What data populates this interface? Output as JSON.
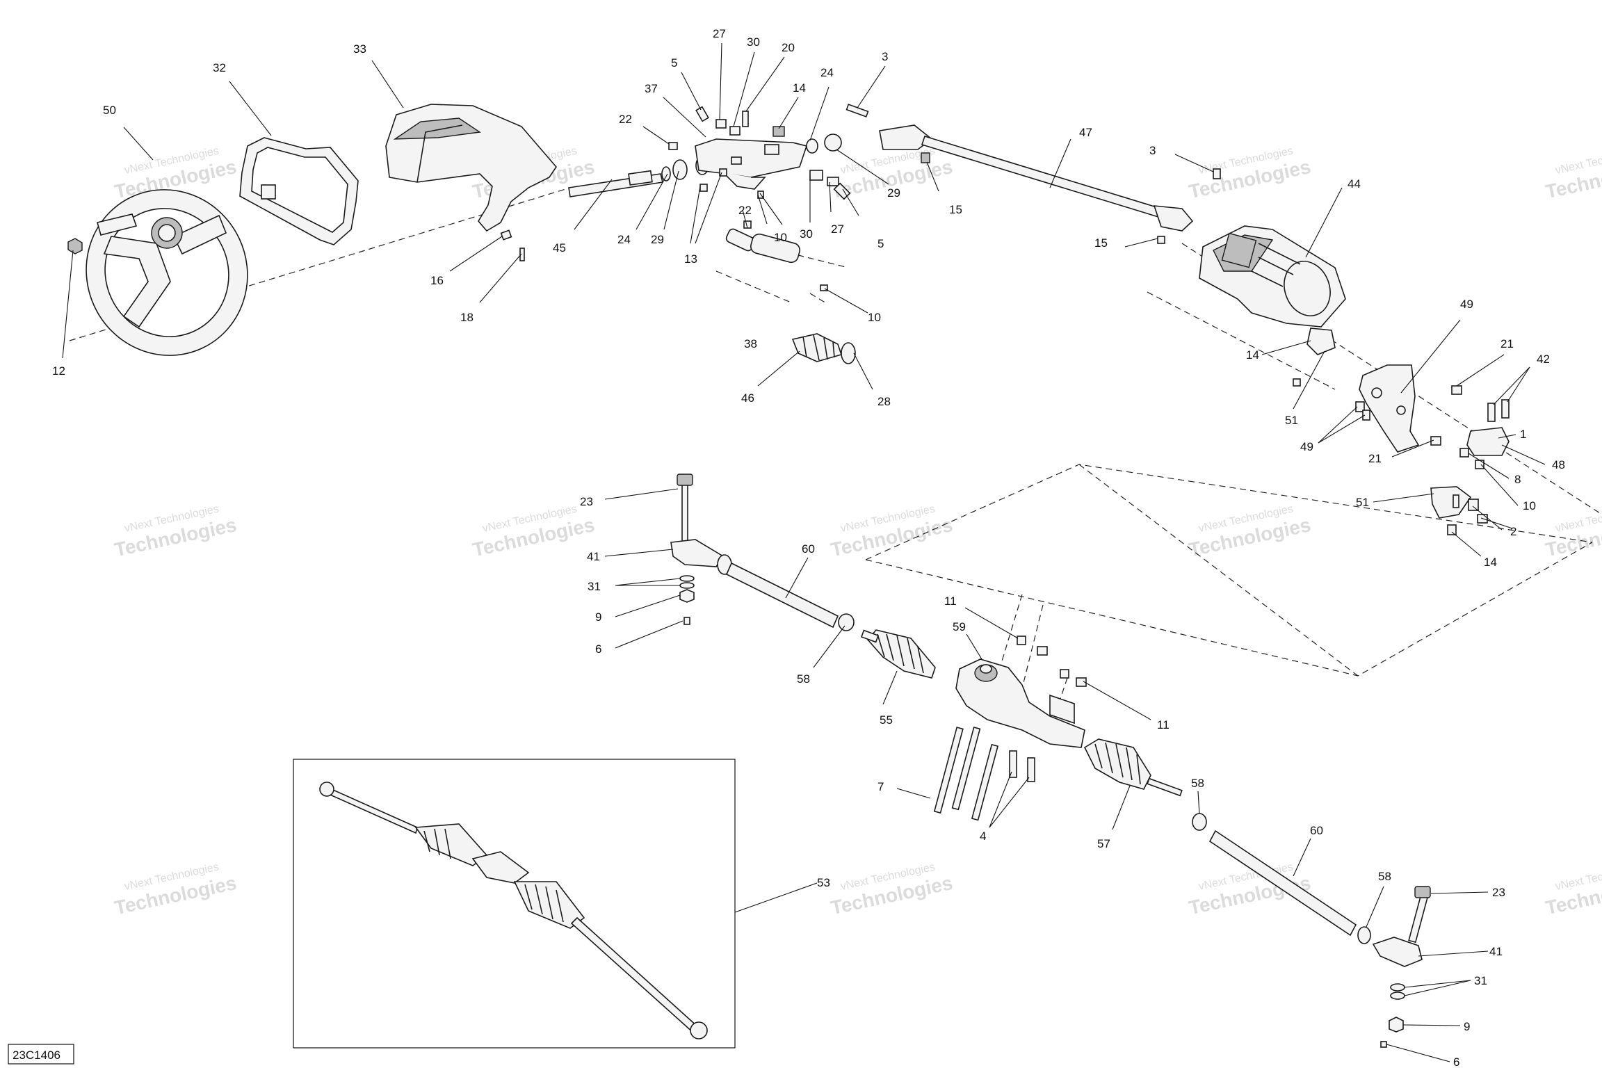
{
  "diagram": {
    "reference_code": "23C1406",
    "watermark": {
      "line1": "vNext Technologies",
      "line2": "Technologies"
    },
    "callouts": [
      {
        "id": "c50",
        "label": "50"
      },
      {
        "id": "c32",
        "label": "32"
      },
      {
        "id": "c33",
        "label": "33"
      },
      {
        "id": "c12",
        "label": "12"
      },
      {
        "id": "c16",
        "label": "16"
      },
      {
        "id": "c18",
        "label": "18"
      },
      {
        "id": "c45",
        "label": "45"
      },
      {
        "id": "c22a",
        "label": "22"
      },
      {
        "id": "c37",
        "label": "37"
      },
      {
        "id": "c5a",
        "label": "5"
      },
      {
        "id": "c27a",
        "label": "27"
      },
      {
        "id": "c30a",
        "label": "30"
      },
      {
        "id": "c20",
        "label": "20"
      },
      {
        "id": "c14a",
        "label": "14"
      },
      {
        "id": "c24a",
        "label": "24"
      },
      {
        "id": "c3a",
        "label": "3"
      },
      {
        "id": "c24b",
        "label": "24"
      },
      {
        "id": "c29a",
        "label": "29"
      },
      {
        "id": "c13",
        "label": "13"
      },
      {
        "id": "c22b",
        "label": "22"
      },
      {
        "id": "c10a",
        "label": "10"
      },
      {
        "id": "c30b",
        "label": "30"
      },
      {
        "id": "c27b",
        "label": "27"
      },
      {
        "id": "c5b",
        "label": "5"
      },
      {
        "id": "c29b",
        "label": "29"
      },
      {
        "id": "c15a",
        "label": "15"
      },
      {
        "id": "c47",
        "label": "47"
      },
      {
        "id": "c3b",
        "label": "3"
      },
      {
        "id": "c44",
        "label": "44"
      },
      {
        "id": "c15b",
        "label": "15"
      },
      {
        "id": "c10b",
        "label": "10"
      },
      {
        "id": "c38",
        "label": "38"
      },
      {
        "id": "c46",
        "label": "46"
      },
      {
        "id": "c28",
        "label": "28"
      },
      {
        "id": "c49a",
        "label": "49"
      },
      {
        "id": "c14b",
        "label": "14"
      },
      {
        "id": "c51a",
        "label": "51"
      },
      {
        "id": "c49b",
        "label": "49"
      },
      {
        "id": "c21a",
        "label": "21"
      },
      {
        "id": "c42",
        "label": "42"
      },
      {
        "id": "c1",
        "label": "1"
      },
      {
        "id": "c21b",
        "label": "21"
      },
      {
        "id": "c48",
        "label": "48"
      },
      {
        "id": "c8",
        "label": "8"
      },
      {
        "id": "c51b",
        "label": "51"
      },
      {
        "id": "c10c",
        "label": "10"
      },
      {
        "id": "c2",
        "label": "2"
      },
      {
        "id": "c14c",
        "label": "14"
      },
      {
        "id": "c23a",
        "label": "23"
      },
      {
        "id": "c41a",
        "label": "41"
      },
      {
        "id": "c31a",
        "label": "31"
      },
      {
        "id": "c9a",
        "label": "9"
      },
      {
        "id": "c6a",
        "label": "6"
      },
      {
        "id": "c60a",
        "label": "60"
      },
      {
        "id": "c58a",
        "label": "58"
      },
      {
        "id": "c11a",
        "label": "11"
      },
      {
        "id": "c59",
        "label": "59"
      },
      {
        "id": "c55",
        "label": "55"
      },
      {
        "id": "c11b",
        "label": "11"
      },
      {
        "id": "c7",
        "label": "7"
      },
      {
        "id": "c4",
        "label": "4"
      },
      {
        "id": "c57",
        "label": "57"
      },
      {
        "id": "c58b",
        "label": "58"
      },
      {
        "id": "c60b",
        "label": "60"
      },
      {
        "id": "c53",
        "label": "53"
      },
      {
        "id": "c58c",
        "label": "58"
      },
      {
        "id": "c23b",
        "label": "23"
      },
      {
        "id": "c41b",
        "label": "41"
      },
      {
        "id": "c31b",
        "label": "31"
      },
      {
        "id": "c9b",
        "label": "9"
      },
      {
        "id": "c6b",
        "label": "6"
      }
    ]
  }
}
